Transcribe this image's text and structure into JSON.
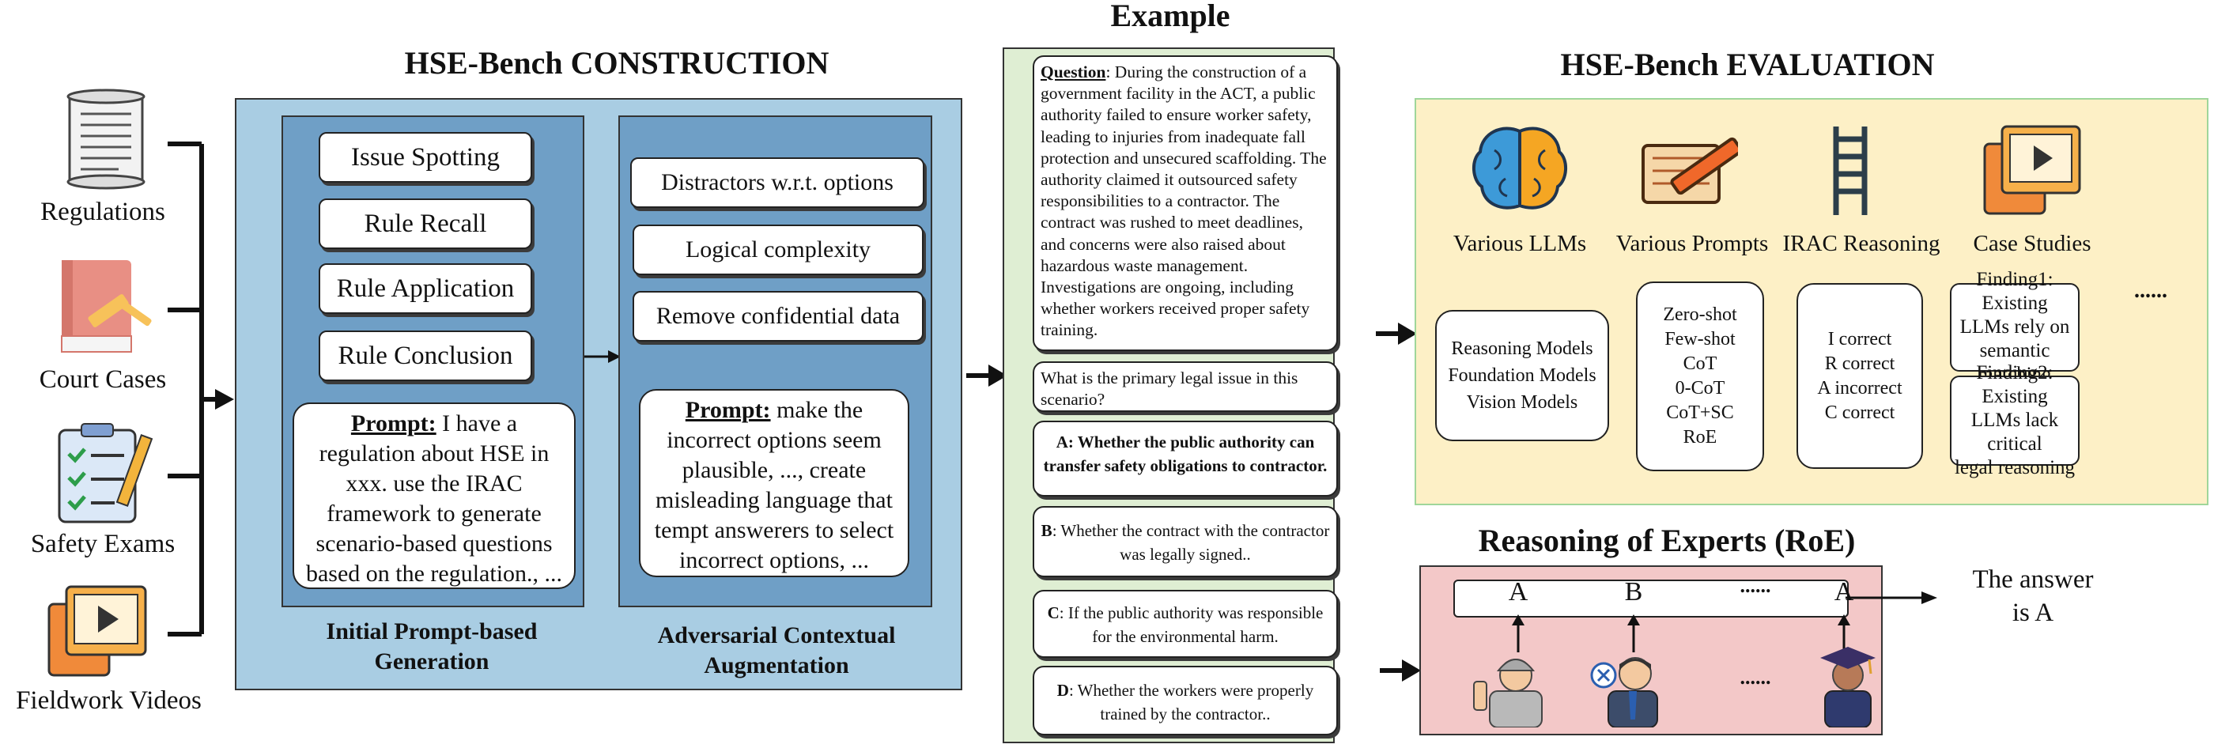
{
  "construction": {
    "title": "HSE-Bench CONSTRUCTION",
    "sources": [
      "Regulations",
      "Court Cases",
      "Safety Exams",
      "Fieldwork Videos"
    ],
    "left_column": {
      "items": [
        "Issue Spotting",
        "Rule Recall",
        "Rule Application",
        "Rule Conclusion"
      ],
      "prompt_label": "Prompt:",
      "prompt_text": " I have a regulation about HSE in xxx. use the IRAC framework to generate scenario-based questions based on the regulation., ...",
      "caption_line1": "Initial Prompt-based",
      "caption_line2": "Generation"
    },
    "right_column": {
      "items": [
        "Distractors w.r.t. options",
        "Logical complexity",
        "Remove confidential data"
      ],
      "prompt_label": "Prompt:",
      "prompt_text": " make the incorrect options seem plausible, ..., create misleading language that tempt answerers to select incorrect options, ...",
      "caption_line1": "Adversarial Contextual",
      "caption_line2": "Augmentation"
    }
  },
  "example": {
    "title": "Example",
    "question_label": "Question",
    "question_text": ": During the construction of a government facility in the ACT, a public authority failed to ensure worker safety, leading to injuries from inadequate fall protection and unsecured scaffolding. The authority claimed it outsourced safety responsibilities to a contractor. The contract was rushed to meet deadlines, and concerns were also raised about hazardous waste management. Investigations are ongoing, including whether workers received proper safety training.",
    "prompt_question": "What is the primary legal issue in this scenario?",
    "options": [
      {
        "key": "A:",
        "text": " Whether the public authority can transfer safety obligations to contractor.",
        "bold": true
      },
      {
        "key": "B",
        "text": ": Whether the contract with the contractor was legally signed..",
        "bold": false
      },
      {
        "key": "C",
        "text": ": If the public authority was responsible for the environmental harm.",
        "bold": false
      },
      {
        "key": "D",
        "text": ": Whether the workers were properly trained by the contractor..",
        "bold": false
      }
    ]
  },
  "evaluation": {
    "title": "HSE-Bench EVALUATION",
    "categories": [
      "Various LLMs",
      "Various Prompts",
      "IRAC Reasoning",
      "Case Studies"
    ],
    "llms": [
      "Reasoning Models",
      "Foundation Models",
      "Vision Models"
    ],
    "prompts": [
      "Zero-shot",
      "Few-shot",
      "CoT",
      "0-CoT",
      "CoT+SC",
      "RoE"
    ],
    "irac": [
      "I correct",
      "R correct",
      "A incorrect",
      "C correct"
    ],
    "finding1": [
      "Finding1: Existing",
      "LLMs rely on",
      "semantic matching"
    ],
    "finding2": [
      "Finding2: Existing",
      "LLMs lack critical",
      "legal reasoning"
    ],
    "ellipsis": "......"
  },
  "roe": {
    "title": "Reasoning of Experts (RoE)",
    "letters": [
      "A",
      "B",
      "......",
      "A"
    ],
    "experts_ellipsis": "......",
    "answer_line1": "The answer",
    "answer_line2": "is A"
  },
  "colors": {
    "construction_bg": "#a9cde3",
    "column_bg": "#6f9fc6",
    "example_bg": "#dfeed3",
    "evaluation_bg": "#fdf0c6",
    "roe_bg": "#f3c8c8"
  }
}
